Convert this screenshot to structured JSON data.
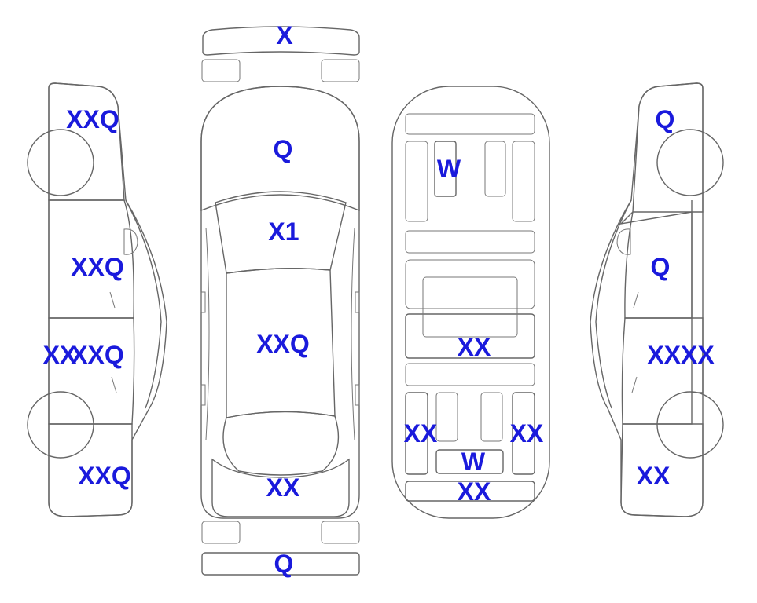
{
  "colors": {
    "orange": "#f5a62e",
    "light_blue": "#dff5fa",
    "white": "#ffffff",
    "label": "#1a1adc",
    "outline": "#666666"
  },
  "panels": {
    "front_bumper": {
      "label": "X",
      "status": "orange"
    },
    "hood": {
      "label": "Q",
      "status": "orange"
    },
    "windshield": {
      "label": "X1",
      "status": "orange"
    },
    "roof": {
      "label": "XXQ",
      "status": "light_blue"
    },
    "trunk": {
      "label": "XX",
      "status": "light_blue"
    },
    "rear_bumper": {
      "label": "Q",
      "status": "orange"
    },
    "left_front_fender": {
      "label": "XXQ",
      "status": "light_blue"
    },
    "left_front_door": {
      "label": "XXQ",
      "status": "light_blue"
    },
    "left_rear_door": {
      "label": "XXQ",
      "status": "light_blue"
    },
    "left_rear_door_extra": {
      "label": "XX",
      "status": "light_blue"
    },
    "left_rear_fender": {
      "label": "XXQ",
      "status": "light_blue"
    },
    "right_front_fender": {
      "label": "Q",
      "status": "orange"
    },
    "right_front_door": {
      "label": "Q",
      "status": "orange"
    },
    "right_rear_door": {
      "label": "XXXX",
      "status": "light_blue"
    },
    "right_rear_fender": {
      "label": "XX",
      "status": "light_blue"
    },
    "floor_front_left": {
      "label": "W",
      "status": "orange"
    },
    "floor_center": {
      "label": "XX",
      "status": "light_blue"
    },
    "floor_rear_left": {
      "label": "XX",
      "status": "light_blue"
    },
    "floor_rear_right": {
      "label": "XX",
      "status": "light_blue"
    },
    "floor_rear_center": {
      "label": "W",
      "status": "orange"
    },
    "floor_rear_panel": {
      "label": "XX",
      "status": "light_blue"
    }
  }
}
